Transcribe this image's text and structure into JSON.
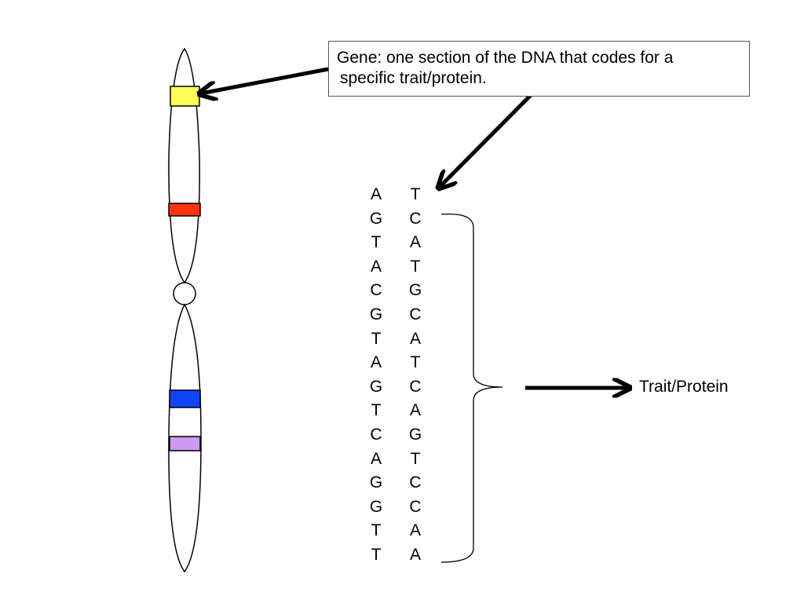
{
  "gene_box": {
    "line1": "Gene: one section of the DNA that codes for a",
    "line2": "specific trait/protein."
  },
  "dna": {
    "left_strand": [
      "A",
      "G",
      "T",
      "A",
      "C",
      "G",
      "T",
      "A",
      "G",
      "T",
      "C",
      "A",
      "G",
      "G",
      "T",
      "T"
    ],
    "right_strand": [
      "T",
      "C",
      "A",
      "T",
      "G",
      "C",
      "A",
      "T",
      "C",
      "A",
      "G",
      "T",
      "C",
      "C",
      "A",
      "A"
    ]
  },
  "trait_label": "Trait/Protein",
  "bands": [
    {
      "color": "#ffff55"
    },
    {
      "color": "#ff3311"
    },
    {
      "color": "#1144ff"
    },
    {
      "color": "#cc99ee"
    }
  ]
}
